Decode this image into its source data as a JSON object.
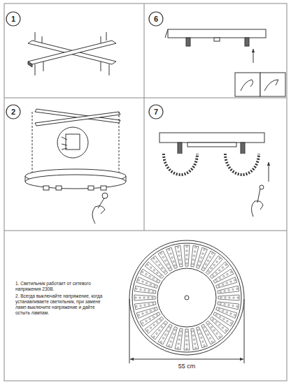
{
  "diagram": {
    "nodes": [
      {
        "text": [
          "1"
        ]
      },
      {
        "text": [
          "6"
        ]
      },
      {
        "text": [
          "2"
        ]
      },
      {
        "text": [
          "7"
        ]
      }
    ],
    "edges": [],
    "labels": [
      "1. Светильник работает от сетевого напряжения 230В.",
      "2. Всегда выключайте напряжение, когда устанавливаете светильник, при замене ламп выключите напряжение и дайте остыть лампам.",
      "55 cm"
    ]
  }
}
